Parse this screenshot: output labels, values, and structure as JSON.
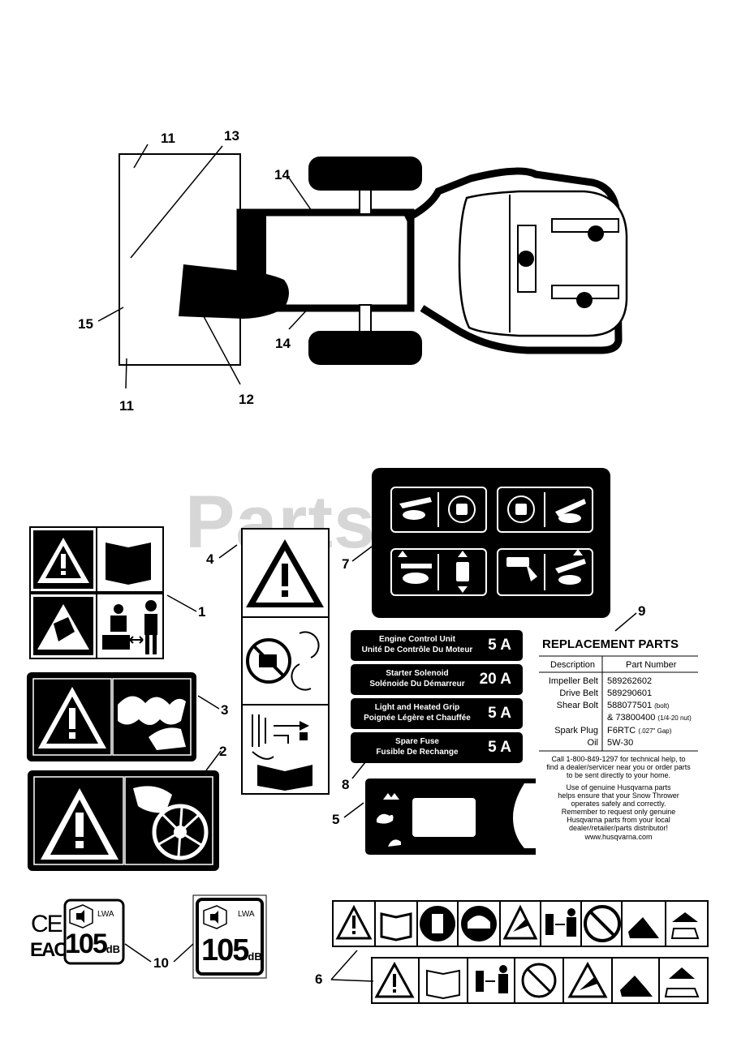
{
  "watermark": "PartsTree",
  "callouts": {
    "c11a": "11",
    "c13": "13",
    "c14a": "14",
    "c15": "15",
    "c14b": "14",
    "c11b": "11",
    "c12": "12",
    "c7": "7",
    "c4": "4",
    "c1": "1",
    "c9": "9",
    "c3": "3",
    "c2": "2",
    "c8": "8",
    "c5": "5",
    "c10": "10",
    "c6": "6"
  },
  "fuses": [
    {
      "label_en": "Engine Control Unit",
      "label_fr": "Unité De Contrôle Du Moteur",
      "amps": "5 A"
    },
    {
      "label_en": "Starter Solenoid",
      "label_fr": "Solénoide Du Démarreur",
      "amps": "20 A"
    },
    {
      "label_en": "Light and Heated Grip",
      "label_fr": "Poignée Légère et Chauffée",
      "amps": "5 A"
    },
    {
      "label_en": "Spare Fuse",
      "label_fr": "Fusible De Rechange",
      "amps": "5 A"
    }
  ],
  "replacement_parts": {
    "title": "REPLACEMENT PARTS",
    "col_description": "Description",
    "col_part": "Part Number",
    "rows": [
      {
        "desc": "Impeller Belt",
        "part": "589262602",
        "note": ""
      },
      {
        "desc": "Drive Belt",
        "part": "589290601",
        "note": ""
      },
      {
        "desc": "Shear Bolt",
        "part": "588077501",
        "note": "(bolt)"
      },
      {
        "desc": "",
        "part": "& 73800400",
        "note": "(1/4-20 nut)"
      },
      {
        "desc": "Spark Plug",
        "part": "F6RTC",
        "note": "(.027\" Gap)"
      },
      {
        "desc": "Oil",
        "part": "5W-30",
        "note": ""
      }
    ],
    "help_lines": [
      "Call 1-800-849-1297 for technical help, to",
      "find a dealer/servicer near you or order parts",
      "to be sent directly to your home."
    ],
    "genuine_lines": [
      "Use of genuine Husqvarna parts",
      "helps ensure that your Snow Thrower",
      "operates safely and correctly.",
      "Remember to request only genuine",
      "Husqvarna parts from your local",
      "dealer/retailer/parts distributor!",
      "www.husqvarna.com"
    ]
  },
  "noise": {
    "ce": "CE",
    "eac": "EAC",
    "lwa": "LWA",
    "value": "105",
    "unit": "dB"
  },
  "colors": {
    "ink": "#000000",
    "watermark": "#d6d6d6"
  }
}
